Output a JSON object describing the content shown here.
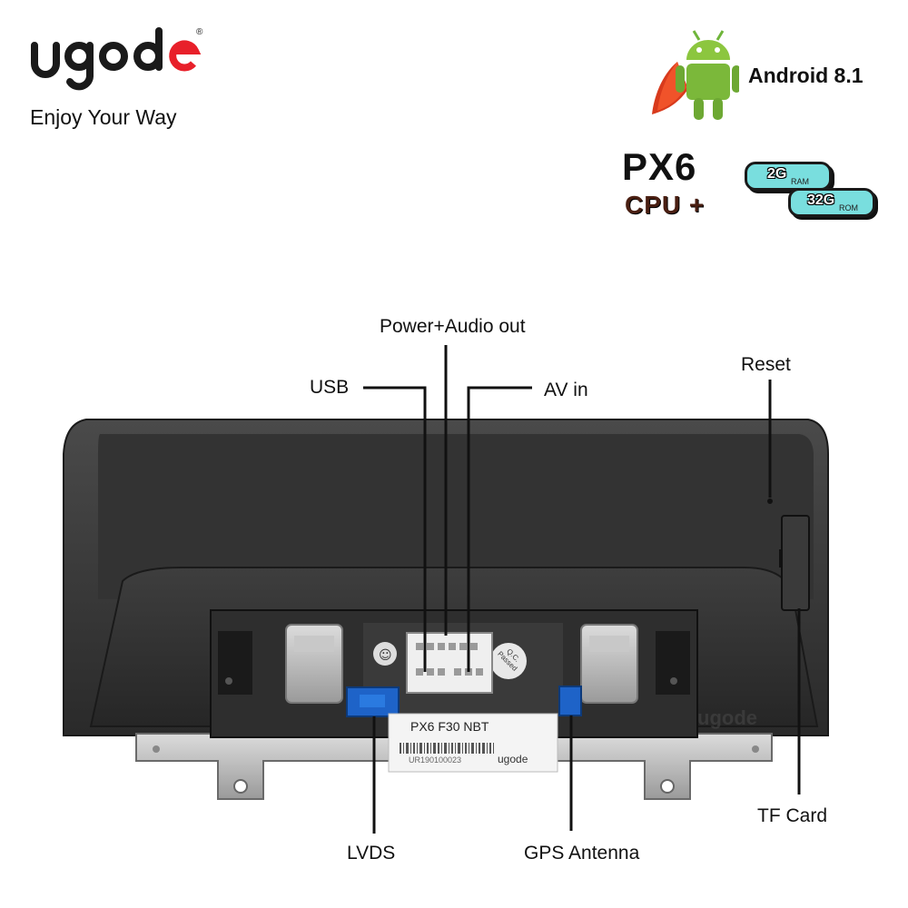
{
  "brand": {
    "name": "ugode",
    "registered": "®",
    "tagline": "Enjoy Your Way",
    "accent_color": "#e8202a"
  },
  "os": {
    "label": "Android 8.1",
    "icon": "android-mascot-icon"
  },
  "cpu": {
    "model": "PX6",
    "label": "CPU +"
  },
  "memory": {
    "ram_size": "2G",
    "ram_label": "RAM",
    "rom_size": "32G",
    "rom_label": "ROM",
    "chip_color": "#79dede"
  },
  "ports": {
    "power_audio": "Power+Audio out",
    "usb": "USB",
    "av_in": "AV in",
    "reset": "Reset",
    "tf_card": "TF Card",
    "lvds": "LVDS",
    "gps": "GPS Antenna"
  },
  "sticker": {
    "model_line": "PX6  F30 NBT",
    "serial": "UR190100023",
    "brand": "ugode",
    "qc_text": "Q.C. Passed"
  },
  "watermark": "ugode"
}
